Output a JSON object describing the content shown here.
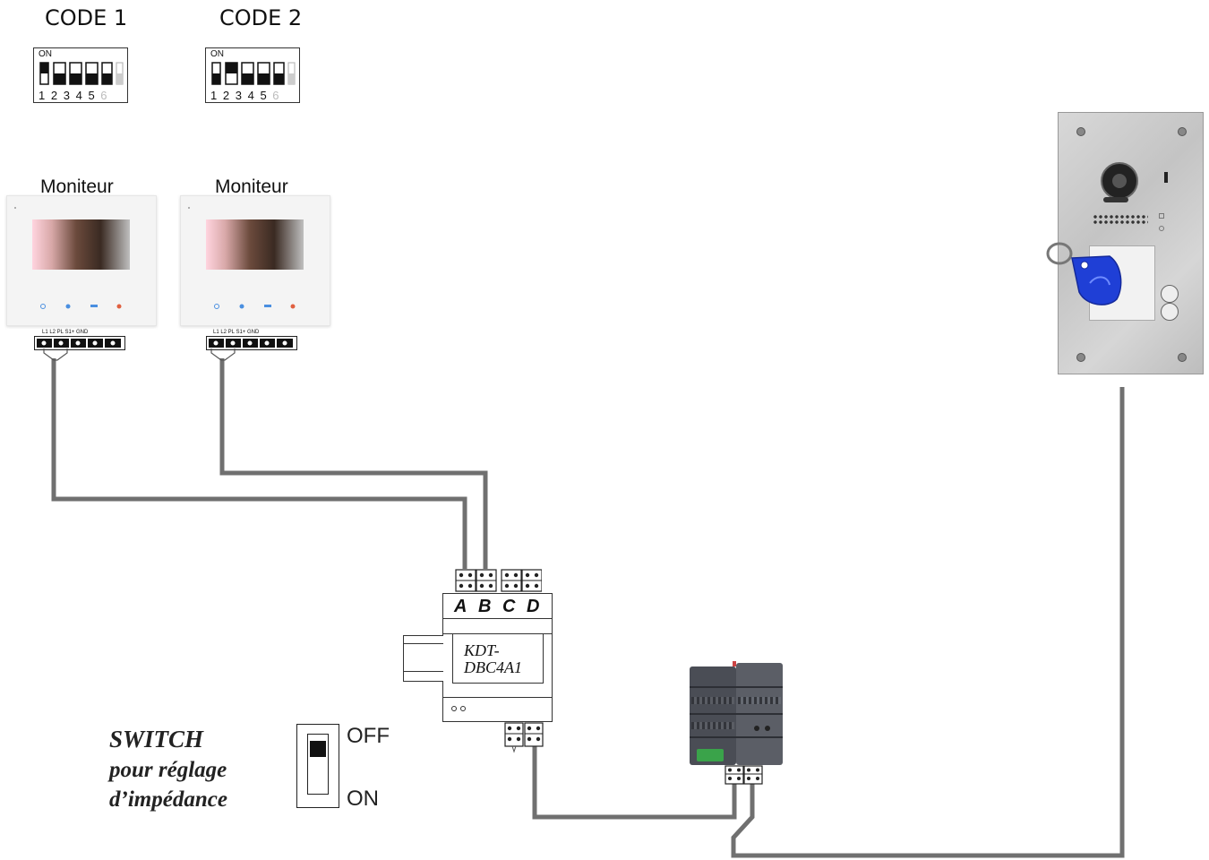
{
  "codes": [
    {
      "title": "CODE 1",
      "on_label": "ON",
      "numbers": [
        "1",
        "2",
        "3",
        "4",
        "5",
        "6"
      ]
    },
    {
      "title": "CODE 2",
      "on_label": "ON",
      "numbers": [
        "1",
        "2",
        "3",
        "4",
        "5",
        "6"
      ]
    }
  ],
  "monitors": [
    {
      "label": "Moniteur",
      "terminals": "L1  L2  PL  S1+  GND"
    },
    {
      "label": "Moniteur",
      "terminals": "L1  L2  PL  S1+  GND"
    }
  ],
  "distributor": {
    "outputs": [
      "A",
      "B",
      "C",
      "D"
    ],
    "model_line1": "KDT-",
    "model_line2": "DBC4A1"
  },
  "switch": {
    "caption_line1": "SWITCH",
    "caption_line2": "pour réglage",
    "caption_line3": "d’impédance",
    "off_label": "OFF",
    "on_label": "ON"
  },
  "colors": {
    "wire": "#707070",
    "tag": "#1f3fd6"
  }
}
